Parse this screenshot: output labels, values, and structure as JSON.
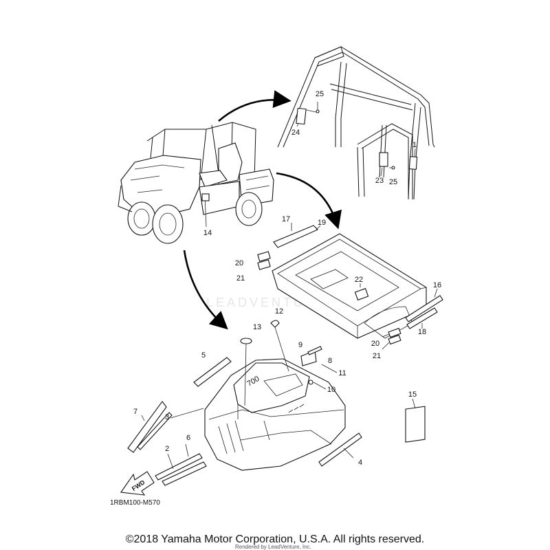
{
  "diagram": {
    "drawing_code": "1RBM100-M570",
    "fwd_label": "FWD",
    "hood_badge": "700",
    "watermark": "LEADVENTURE",
    "copyright": "©2018 Yamaha Motor Corporation, U.S.A. All rights reserved.",
    "rendered_by": "Rendered by LeadVenture, Inc.",
    "callouts": [
      {
        "id": "1",
        "label": "1"
      },
      {
        "id": "2",
        "label": "2"
      },
      {
        "id": "3",
        "label": "3"
      },
      {
        "id": "4",
        "label": "4"
      },
      {
        "id": "5",
        "label": "5"
      },
      {
        "id": "6",
        "label": "6"
      },
      {
        "id": "7",
        "label": "7"
      },
      {
        "id": "8",
        "label": "8"
      },
      {
        "id": "9",
        "label": "9"
      },
      {
        "id": "10",
        "label": "10"
      },
      {
        "id": "11",
        "label": "11"
      },
      {
        "id": "12",
        "label": "12"
      },
      {
        "id": "13",
        "label": "13"
      },
      {
        "id": "14",
        "label": "14"
      },
      {
        "id": "15",
        "label": "15"
      },
      {
        "id": "16",
        "label": "16"
      },
      {
        "id": "17",
        "label": "17"
      },
      {
        "id": "18",
        "label": "18"
      },
      {
        "id": "19",
        "label": "19"
      },
      {
        "id": "20a",
        "label": "20"
      },
      {
        "id": "20b",
        "label": "20"
      },
      {
        "id": "21a",
        "label": "21"
      },
      {
        "id": "21b",
        "label": "21"
      },
      {
        "id": "22",
        "label": "22"
      },
      {
        "id": "23",
        "label": "23"
      },
      {
        "id": "24",
        "label": "24"
      },
      {
        "id": "25a",
        "label": "25"
      },
      {
        "id": "25b",
        "label": "25"
      }
    ]
  }
}
